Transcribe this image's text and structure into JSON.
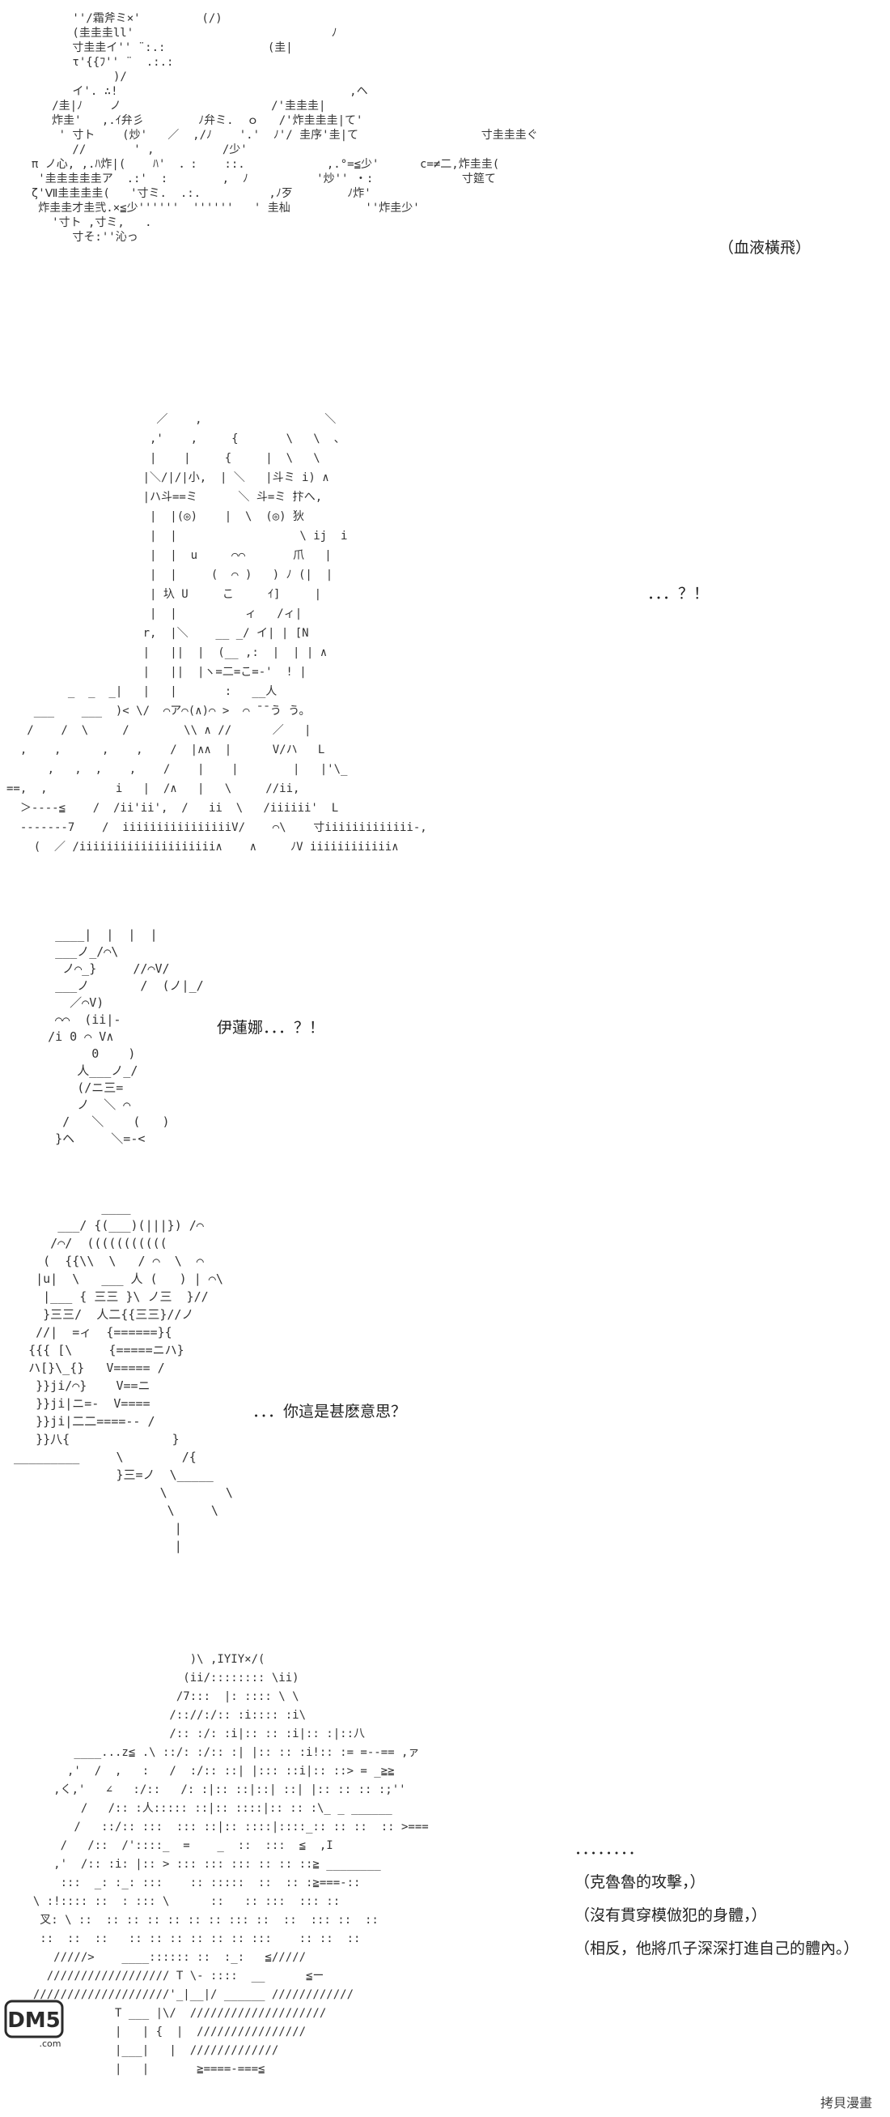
{
  "panels": [
    {
      "id": "sword-rain",
      "caption": "（血液橫飛）",
      "art": "        ''/霜斧ミ×'         (/)\n        (圭圭圭ll'                             ﾉ\n        寸圭圭イ'' ¨:.:               (圭|\n        τ'{{ﾌ'' ¨  .:.:\n              )/\n        イ'. ∴!                                  ,ヘ\n     /圭|ﾉ    ノ                      /'圭圭圭|\n     炸圭'   ,.ｲ弁彡        ﾉ弁ミ.  ｏ   /'炸圭圭圭|て'\n      ' 寸ト    (炒'   ／  ,/ﾉ    '.'  ﾉ'/ 圭序'圭|て                  寸圭圭圭ぐ\n        //       ' ,          /少'       \n  π ノ心, ,.ﾊ炸|(    ﾊ'  ．:    ::.            ,.°=≦少'      c=≠二,炸圭圭(\n   '圭圭圭圭圭ア  .:'  :        ,  ﾉ          '炒'' ・:             寸筵て\n  ζ'Ⅶ圭圭圭圭(   '寸ミ.  .:.          ,ﾉ歹        ﾉ炸'\n   炸圭圭才圭弐.×≦少''''''  ''''''   ' 圭杣           ''炸圭少'\n     '寸ト ,寸ミ,   .\n        寸そ:''沁っ"
    },
    {
      "id": "clawed-girl",
      "caption": "．．．？！",
      "art": "                      ／    ,                  ＼\n                     ,'    ,     {       \\   \\  、\n                     |    |     {     |  \\   \\\n                    |＼/|/|小,  | ＼   |斗ミ i) ∧\n                    |ハ斗==ミ      ＼ 斗=ミ 抃へ,\n                     |  |(◎)    |  \\  (◎) 狄\n                     |  |                  \\ ij  i\n                     |  |  u     ⌒⌒       爪   |\n                     |  |     (  ⌒ )   ) ﾉ (|  |\n                     | 圦 U     こ     ｲ]     |\n                     |  |          ィ   /ィ|\n                    r,  |＼    __ _/ イ| | [N\n                    |   ||  |  (__ ,:  |  | | ∧\n                    |   ||  |ヽ=二=こ=-'  ! |\n         _  _  _|   |   |       :   __人\n    ___    ___  )< \\/  ⌒ア⌒(∧)⌒ >  ⌒ ¯¯う う。\n   /    /  \\     /        \\\\ ∧ //      ／   |\n  ,    ,      ,    ,    /  |∧∧  |      V/ハ   L\n      ,   ,  ,    ,    /    |    |        |   |'\\_\n==,  ,          i   |  /∧   |   \\     //ii,     \n  ＞‐‐‐‐≦    /  /ii'ii',  /   ii  \\   /iiiiii'  L\n  ‐‐‐‐‐‐‐7    /  iiiiiiiiiiiiiiiiV/    ⌒\\    寸iiiiiiiiiiiii-,\n    (  ／ /iiiiiiiiiiiiiiiiiiii∧    ∧     ﾉV iiiiiiiiiiii∧"
    },
    {
      "id": "side-face",
      "caption": "伊蓮娜．．．？！",
      "art": "    ____|  |  |  |\n    ___ノ_/⌒\\\n     ノ⌒_}     //⌒V/\n    ___ノ       /  (ノ|_/\n      ／⌒V)\n    ⌒⌒  (ii|-\n   /i 0 ⌒ V∧\n         0    )\n       人___ノ_/\n       (/ニ三=\n       ノ  ＼ ⌒\n     /   ＼    (   )\n    }ヘ     ＼=-<"
    },
    {
      "id": "armored-figure",
      "caption": "．．．你這是甚麽意思？",
      "art": "             ____\n       ___/ {(___)(|||}) /⌒\n      /⌒/  (((((((((((\n     (  {{\\\\  \\   / ⌒  \\  ⌒\n    |u|  \\   ___ 人 (   ) | ⌒\\\n     |___ { 三三 }\\ ノ三  }//\n     }三三/  人二{{三三}//ノ\n    //|  =ィ  {======}{\n   {{{ [\\     {=====ニハ}\n   ハ[}\\_{}   V===== /\n    }}ji/⌒}    V==ニ\n    }}ji|ニ=-  V====\n    }}ji|二二====-- /\n    }}八{              }\n _________     \\        /{\n               }三=ノ  \\_____\n                     \\        \\\n                      \\     \\\n                       |\n                       |"
    },
    {
      "id": "impaled",
      "caption_lines": [
        "．．．．．．．．",
        "（克魯魯的攻擊，）",
        "（沒有貫穿模倣犯的身體，）",
        "（相反，他將爪子深深打進自己的體內。）"
      ],
      "art": "                         )\\ ,IYIY×/(\n                        (ii/:::::::: \\ii)\n                       /7:::  |: :::: \\ \\\n                      /:://:/:: :i:::: :i\\\n                      /:: :/: :i|:: :: :i|:: :|::八\n        ____...z≦ .\\ ::/: :/:: :| |:: :: :i!:: := =--== ,ァ\n       ,'  /  ,   :   /  :/:: ::| |::: ::i|:: ::> = _≧≧\n     ,く,'   ∠   :/::   /: :|:: ::|::| ::| |:: :: :: :;''\n         /   /:: :人::::: ::|:: ::::|:: :: :\\_ _ ______\n        /   ::/:: :::  ::: ::|:: ::::|::::_:: :: ::  :: >===\n      /   /::  /'::::_  =    _  ::  :::  ≦  ,I\n     ,'  /:: :i: |:: > ::: ::: ::: :: :: ::≧ ________\n      :::  _: :_: :::    :: :::::  ::  :: :≧===-::\n  \\ :!:::: ::  : ::: \\      ::   :: :::  ::: ::\n   叉: \\ ::  :: :: :: :: :: :: ::: ::  ::  ::: ::  ::\n   ::  ::  ::   :: :: :: :: :: :: :::    :: ::  ::\n     /////>    ____:::::: ::  :_:   ≦/////\n    ////////////////// T \\- ::::  __      ≦ー\n  ////////////////////'_|__|/ ______ ////////////\n ////>        T ___ |\\/  ////////////////////\n   //>        |   | {  |  ////////////////\n              |___|   |  /////////////\n              |   |       ≧====-===≦"
    }
  ],
  "watermarks": {
    "logo_text": "DM5",
    "logo_sub": ".com",
    "site_text": "拷貝漫畫"
  }
}
